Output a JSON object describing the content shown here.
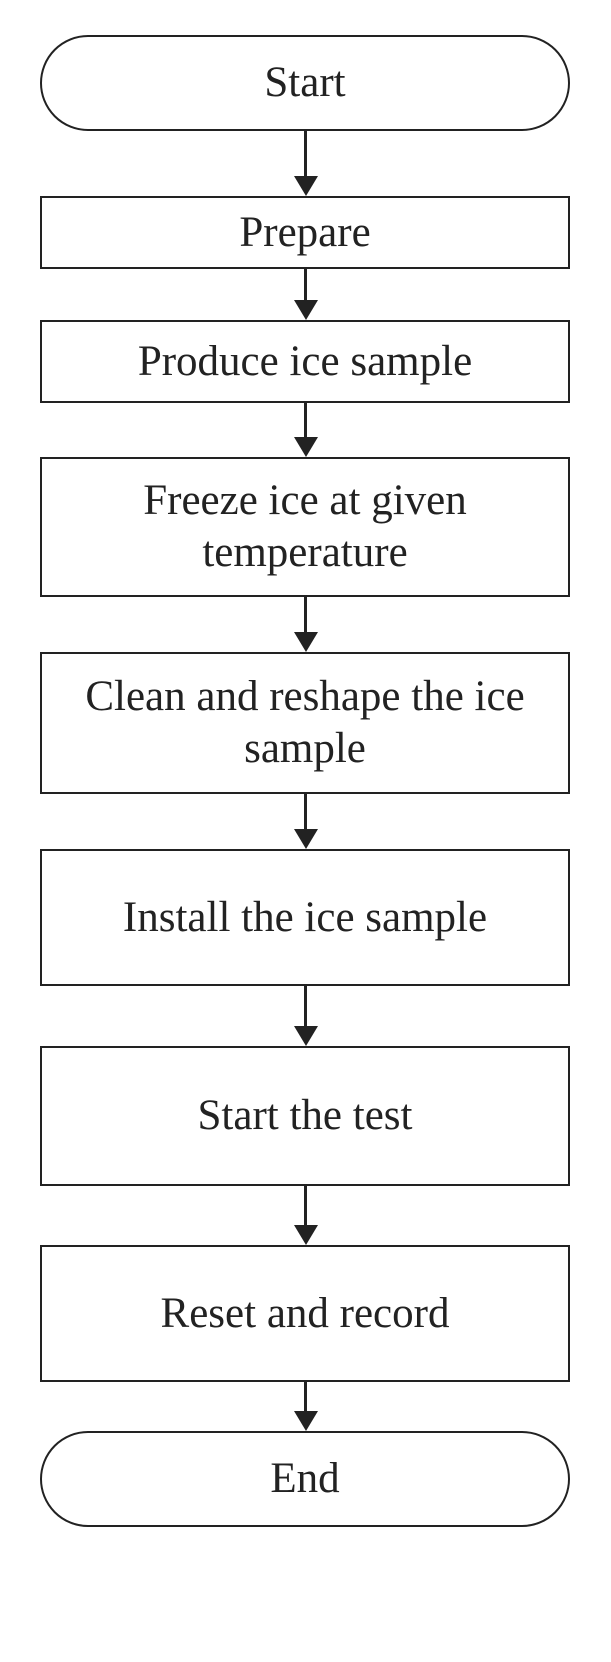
{
  "flowchart": {
    "steps": [
      {
        "id": "start",
        "label": "Start"
      },
      {
        "id": "prepare",
        "label": "Prepare"
      },
      {
        "id": "produce",
        "label": "Produce ice sample"
      },
      {
        "id": "freeze",
        "label": "Freeze ice at given temperature"
      },
      {
        "id": "clean",
        "label": "Clean and reshape the ice sample"
      },
      {
        "id": "install",
        "label": "Install the ice sample"
      },
      {
        "id": "start-test",
        "label": "Start the test"
      },
      {
        "id": "reset",
        "label": "Reset and record"
      },
      {
        "id": "end",
        "label": "End"
      }
    ]
  }
}
